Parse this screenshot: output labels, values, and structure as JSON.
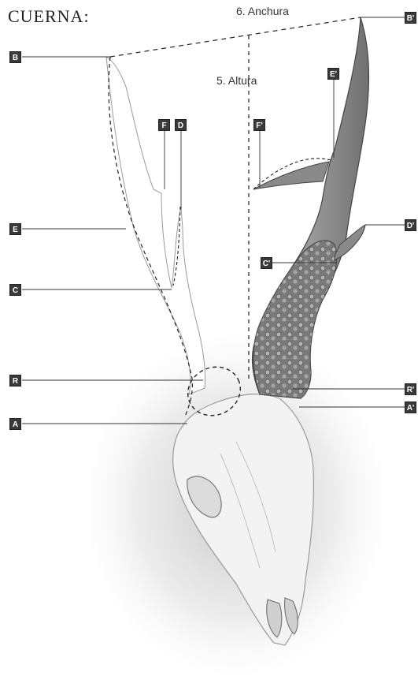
{
  "title": "CUERNA:",
  "measurements": {
    "width_label": "6. Anchura",
    "height_label": "5. Altura"
  },
  "labels": {
    "B": "B",
    "B_prime": "B'",
    "E_prime": "E'",
    "F": "F",
    "D": "D",
    "F_prime": "F'",
    "E": "E",
    "D_prime": "D'",
    "C": "C",
    "C_prime": "C'",
    "R": "R",
    "R_prime": "R'",
    "A": "A",
    "A_prime": "A'"
  },
  "colors": {
    "badge": "#3a3a3a",
    "antler_fill": "#8a8a8a",
    "skull_shading": "#bdbdbd"
  }
}
